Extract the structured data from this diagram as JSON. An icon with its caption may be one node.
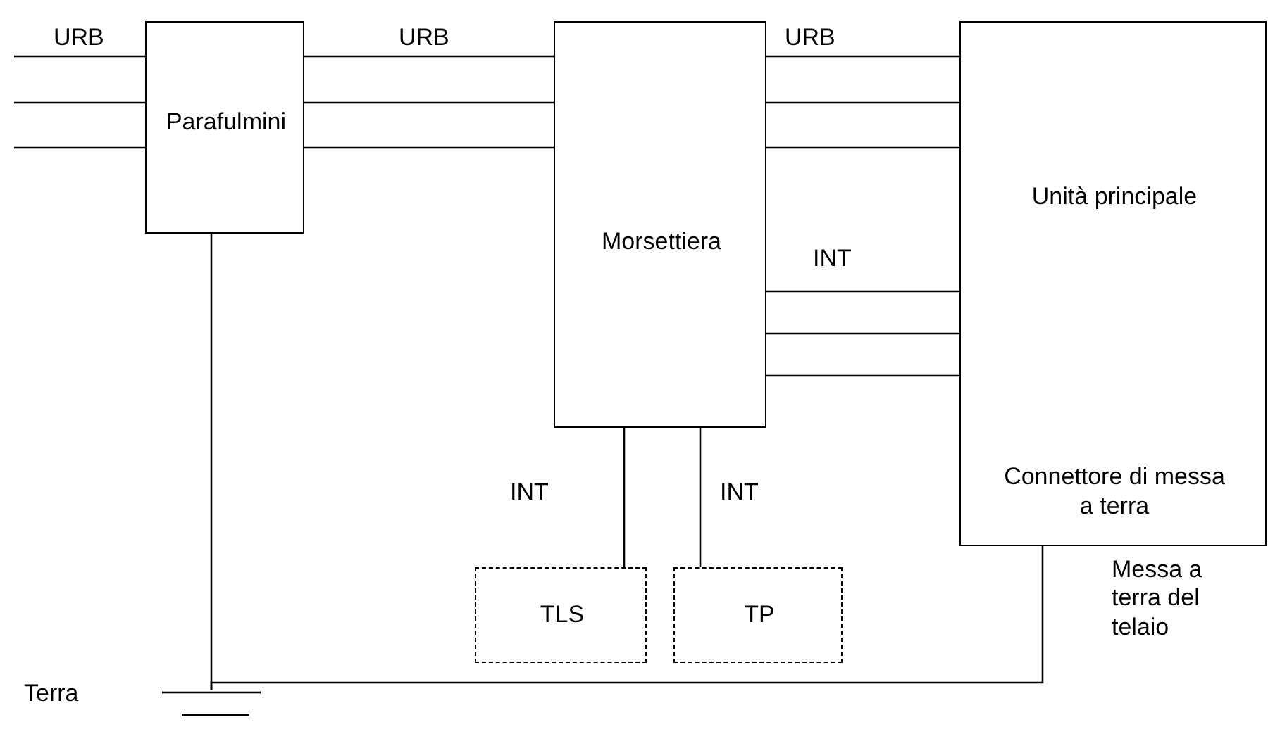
{
  "diagram": {
    "nodes": [
      {
        "text": [
          "Parafulmini"
        ]
      },
      {
        "text": [
          "Morsettiera"
        ]
      },
      {
        "text": [
          "Unità principale",
          "Connettore di messa a terra"
        ]
      },
      {
        "text": [
          "TLS"
        ]
      },
      {
        "text": [
          "TP"
        ]
      },
      {
        "text": [],
        "shape": "ground",
        "beside": [
          "Terra"
        ]
      }
    ],
    "edges": [
      {
        "from": null,
        "to": 0,
        "arrow": "none",
        "label": "URB"
      },
      {
        "from": null,
        "to": 0,
        "arrow": "none"
      },
      {
        "from": null,
        "to": 0,
        "arrow": "none"
      },
      {
        "from": 0,
        "to": 1,
        "arrow": "none",
        "label": "URB"
      },
      {
        "from": 0,
        "to": 1,
        "arrow": "none"
      },
      {
        "from": 0,
        "to": 1,
        "arrow": "none"
      },
      {
        "from": 1,
        "to": 2,
        "arrow": "none",
        "label": "URB"
      },
      {
        "from": 1,
        "to": 2,
        "arrow": "none"
      },
      {
        "from": 1,
        "to": 2,
        "arrow": "none"
      },
      {
        "from": 1,
        "to": 2,
        "arrow": "none",
        "label": "INT"
      },
      {
        "from": 1,
        "to": 2,
        "arrow": "none"
      },
      {
        "from": 1,
        "to": 2,
        "arrow": "none"
      },
      {
        "from": 1,
        "to": 3,
        "arrow": "none",
        "label": "INT"
      },
      {
        "from": 1,
        "to": 4,
        "arrow": "none",
        "label": "INT"
      },
      {
        "from": 0,
        "to": 5,
        "arrow": "none"
      },
      {
        "from": 2,
        "to": 5,
        "arrow": "none",
        "label": "Messa a terra del telaio"
      }
    ]
  }
}
